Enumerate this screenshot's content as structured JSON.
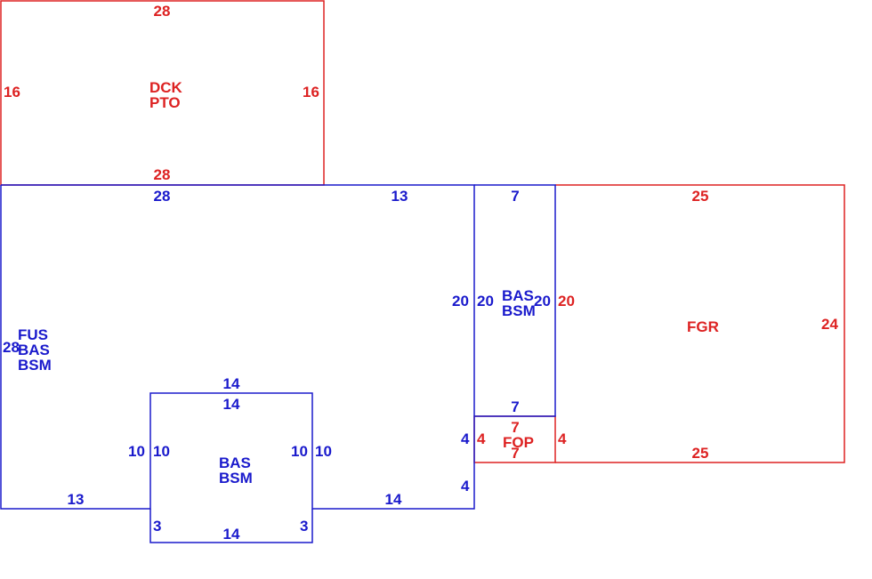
{
  "colors": {
    "red": "#dd2222",
    "blue": "#1a1acc",
    "background": "#ffffff"
  },
  "areas": {
    "deck": {
      "line1": "DCK",
      "line2": "PTO"
    },
    "main": {
      "line1": "FUS",
      "line2": "BAS",
      "line3": "BSM"
    },
    "bump_out": {
      "line1": "BAS",
      "line2": "BSM"
    },
    "side": {
      "line1": "BAS",
      "line2": "BSM"
    },
    "porch": {
      "line1": "FOP"
    },
    "garage": {
      "line1": "FGR"
    }
  },
  "dims": {
    "deck_top": "28",
    "deck_left": "16",
    "deck_right": "16",
    "deck_bottom": "28",
    "main_top": "28",
    "main_top_right": "13",
    "main_left": "28",
    "main_right_upper": "20",
    "main_right_lower_a": "4",
    "main_right_lower_b": "4",
    "main_bottom_left": "13",
    "main_bottom_right": "14",
    "bump_top_outer": "14",
    "bump_top_inner": "14",
    "bump_left_outer": "10",
    "bump_left_inner": "10",
    "bump_right_inner": "10",
    "bump_right_outer": "10",
    "bump_bottom": "14",
    "bump_left_short": "3",
    "bump_right_short": "3",
    "side_top": "7",
    "side_left": "20",
    "side_right": "20",
    "side_bottom": "7",
    "porch_top": "7",
    "porch_left": "4",
    "porch_right": "4",
    "porch_bottom": "7",
    "garage_top": "25",
    "garage_left": "20",
    "garage_right": "24",
    "garage_bottom": "25"
  }
}
